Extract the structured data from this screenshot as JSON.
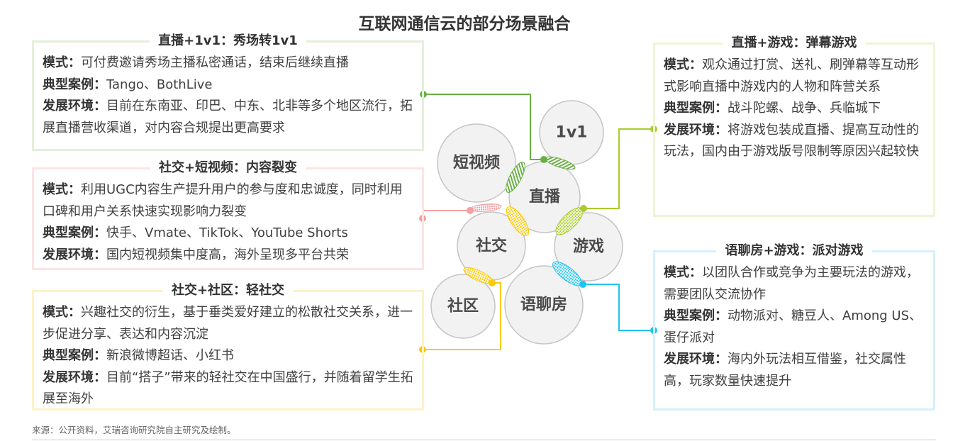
{
  "title": "互联网通信云的部分场景融合",
  "colors": {
    "green": "#6aaf45",
    "pink": "#f4a0a0",
    "yellow": "#ffc800",
    "lime": "#a8cc2a",
    "blue": "#1ec4f0"
  },
  "boxes": [
    {
      "title": "直播+1v1：秀场转1v1",
      "lines": [
        {
          "label": "模式：",
          "text": "可付费邀请秀场主播私密通话，结束后继续直播"
        },
        {
          "label": "典型案例：",
          "text": "Tango、BothLive"
        },
        {
          "label": "发展环境：",
          "text": "目前在东南亚、印巴、中东、北非等多个地区流行，拓展直播营收渠道，对内容合规提出更高要求"
        }
      ]
    },
    {
      "title": "社交+短视频：内容裂变",
      "lines": [
        {
          "label": "模式：",
          "text": "利用UGC内容生产提升用户的参与度和忠诚度，同时利用口碑和用户关系快速实现影响力裂变"
        },
        {
          "label": "典型案例：",
          "text": "快手、Vmate、TikTok、YouTube Shorts"
        },
        {
          "label": "发展环境：",
          "text": "国内短视频集中度高，海外呈现多平台共荣"
        }
      ]
    },
    {
      "title": "社交+社区：轻社交",
      "lines": [
        {
          "label": "模式：",
          "text": "兴趣社交的衍生，基于垂类爱好建立的松散社交关系，进一步促进分享、表达和内容沉淀"
        },
        {
          "label": "典型案例：",
          "text": "新浪微博超话、小红书"
        },
        {
          "label": "发展环境：",
          "text": "目前“搭子”带来的轻社交在中国盛行，并随着留学生拓展至海外"
        }
      ]
    },
    {
      "title": "直播+游戏：弹幕游戏",
      "lines": [
        {
          "label": "模式：",
          "text": "观众通过打赏、送礼、刷弹幕等互动形式影响直播中游戏内的人物和阵营关系"
        },
        {
          "label": "典型案例：",
          "text": "战斗陀螺、战争、兵临城下"
        },
        {
          "label": "发展环境：",
          "text": "将游戏包装成直播、提高互动性的玩法，国内由于游戏版号限制等原因兴起较快"
        }
      ]
    },
    {
      "title": "语聊房+游戏：派对游戏",
      "lines": [
        {
          "label": "模式：",
          "text": "以团队合作或竞争为主要玩法的游戏，需要团队交流协作"
        },
        {
          "label": "典型案例：",
          "text": "动物派对、糖豆人、Among US、蛋仔派对"
        },
        {
          "label": "发展环境：",
          "text": "海内外玩法相互借鉴，社交属性高，玩家数量快速提升"
        }
      ]
    }
  ],
  "circles": [
    "1v1",
    "短视频",
    "直播",
    "社交",
    "游戏",
    "社区",
    "语聊房"
  ],
  "source": "来源：公开资料，艾瑞咨询研究院自主研究及绘制。"
}
